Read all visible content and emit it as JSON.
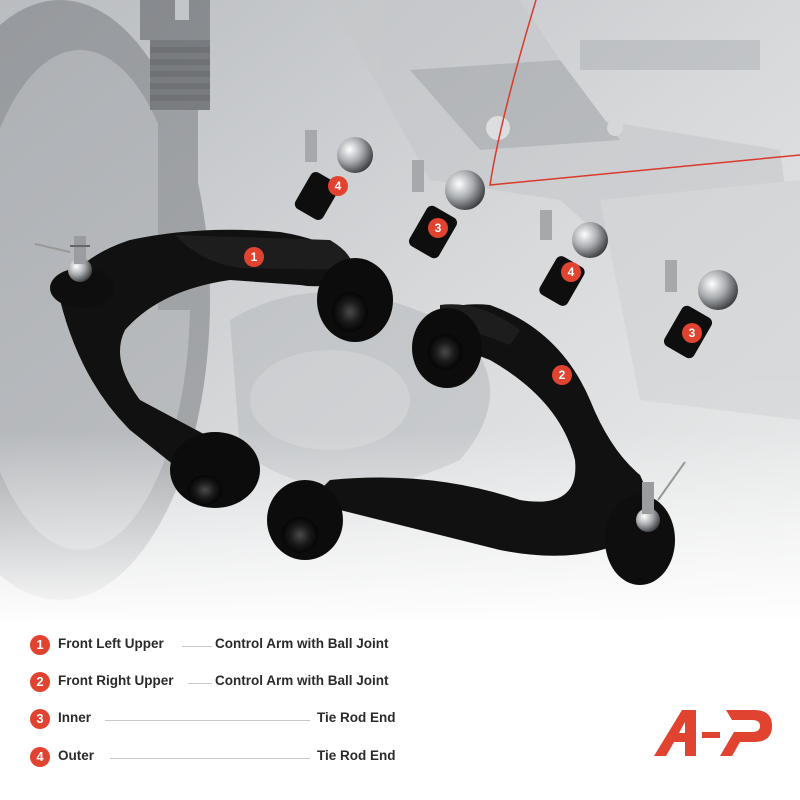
{
  "parts": [
    {
      "number": "1",
      "position": "Front Left Upper",
      "description": "Control Arm with Ball Joint"
    },
    {
      "number": "2",
      "position": "Front Right Upper",
      "description": "Control Arm with Ball Joint"
    },
    {
      "number": "3",
      "position": "Inner",
      "description": "Tie Rod End"
    },
    {
      "number": "4",
      "position": "Outer",
      "description": "Tie Rod End"
    }
  ],
  "photo_badges": [
    "1",
    "2",
    "3",
    "4",
    "3",
    "4"
  ],
  "colors": {
    "accent": "#e0432f",
    "text": "#2a2a2a",
    "part_black": "#111111"
  }
}
